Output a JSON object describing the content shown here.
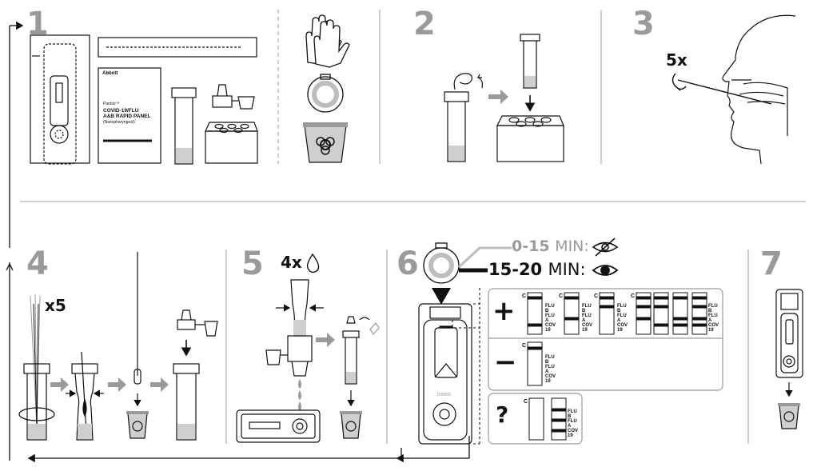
{
  "steps": [
    "1",
    "2",
    "3",
    "4",
    "5",
    "6",
    "7"
  ],
  "step3_count": "5x",
  "step4_count": "x5",
  "step5_count": "4x",
  "kit_box": {
    "brand": "Abbott",
    "product_small": "Panbio™",
    "title_line1": "COVID-19/FLU",
    "title_line2": "A&B RAPID PANEL",
    "subtitle": "(Nasopharyngeal)"
  },
  "timer": {
    "invalid_range": "0-15",
    "valid_range": "15-20",
    "unit": "MIN:"
  },
  "results": {
    "positive_symbol": "+",
    "negative_symbol": "−",
    "invalid_symbol": "?",
    "control_letter": "C",
    "lines": [
      "FLU",
      "B",
      "FLU",
      "A",
      "COV",
      "19"
    ]
  },
  "device_timer_label": "15MINS",
  "colors": {
    "gray": "#9a9a9a",
    "light_gray": "#d0d0d0",
    "black": "#111111"
  },
  "icons": [
    "gloves-icon",
    "stopwatch-icon",
    "biohazard-bin-icon",
    "eye-icon",
    "eye-crossed-icon",
    "drop-icon",
    "rotate-arrow-icon"
  ]
}
